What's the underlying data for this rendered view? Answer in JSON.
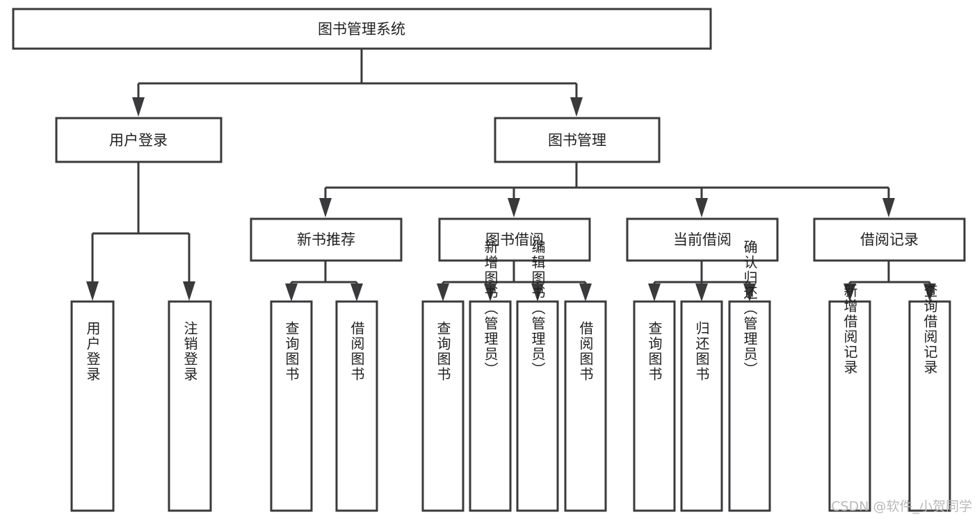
{
  "diagram": {
    "type": "hierarchy-tree",
    "title": "图书管理系统",
    "orientation": "top-down",
    "levels": 4,
    "colors": {
      "stroke": "#3a3a3c",
      "fill": "#ffffff",
      "text": "#1f1f1f",
      "watermark": "#b9b9b9",
      "background": "#ffffff"
    },
    "nodes": {
      "root": {
        "label": "图书管理系统",
        "orientation": "horizontal"
      },
      "level2": [
        {
          "id": "user-login",
          "label": "用户登录",
          "orientation": "horizontal"
        },
        {
          "id": "book-manage",
          "label": "图书管理",
          "orientation": "horizontal"
        }
      ],
      "level3": [
        {
          "id": "new-book-rec",
          "label": "新书推荐",
          "orientation": "horizontal"
        },
        {
          "id": "book-borrow",
          "label": "图书借阅",
          "orientation": "horizontal"
        },
        {
          "id": "current-borrow",
          "label": "当前借阅",
          "orientation": "horizontal"
        },
        {
          "id": "borrow-record",
          "label": "借阅记录",
          "orientation": "horizontal"
        }
      ],
      "level4": {
        "user-login": [
          {
            "id": "leaf-user-login",
            "label": "用户登录",
            "orientation": "vertical"
          },
          {
            "id": "leaf-logout-login",
            "label": "注销登录",
            "orientation": "vertical"
          }
        ],
        "new-book-rec": [
          {
            "id": "leaf-query-book-1",
            "label": "查询图书",
            "orientation": "vertical"
          },
          {
            "id": "leaf-borrow-book-1",
            "label": "借阅图书",
            "orientation": "vertical"
          }
        ],
        "book-borrow": [
          {
            "id": "leaf-query-book-2",
            "label": "查询图书",
            "orientation": "vertical"
          },
          {
            "id": "leaf-add-book",
            "label": "新增图书（管理员）",
            "orientation": "vertical"
          },
          {
            "id": "leaf-edit-book",
            "label": "编辑图书（管理员）",
            "orientation": "vertical"
          },
          {
            "id": "leaf-borrow-book-2",
            "label": "借阅图书",
            "orientation": "vertical"
          }
        ],
        "current-borrow": [
          {
            "id": "leaf-query-book-3",
            "label": "查询图书",
            "orientation": "vertical"
          },
          {
            "id": "leaf-return-book",
            "label": "归还图书",
            "orientation": "vertical"
          },
          {
            "id": "leaf-confirm-return",
            "label": "确认归还（管理员）",
            "orientation": "vertical"
          }
        ],
        "borrow-record": [
          {
            "id": "leaf-add-record",
            "label": "新增借阅记录",
            "orientation": "vertical"
          },
          {
            "id": "leaf-query-record",
            "label": "查询借阅记录",
            "orientation": "vertical"
          }
        ]
      }
    }
  },
  "watermark": {
    "text": "CSDN @软件_小贺同学"
  }
}
